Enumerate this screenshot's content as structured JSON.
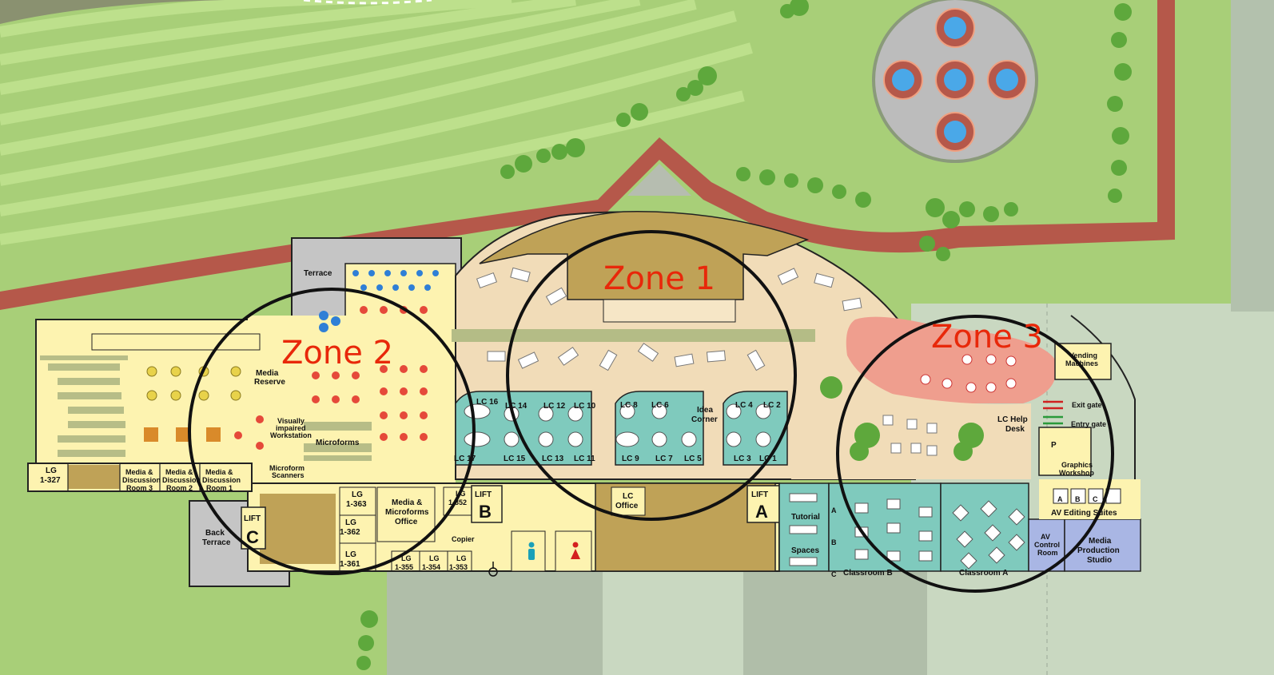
{
  "zones": [
    {
      "id": "zone-1",
      "label": "Zone 1"
    },
    {
      "id": "zone-2",
      "label": "Zone 2"
    },
    {
      "id": "zone-3",
      "label": "Zone 3"
    }
  ],
  "rooms": {
    "terrace": "Terrace",
    "back_terrace_1": "Back",
    "back_terrace_2": "Terrace",
    "media_reserve_1": "Media",
    "media_reserve_2": "Reserve",
    "visually_impaired_1": "Visually",
    "visually_impaired_2": "impaired",
    "visually_impaired_3": "Workstation",
    "microforms": "Microforms",
    "microform_scanners_1": "Microform",
    "microform_scanners_2": "Scanners",
    "lg_327_1": "LG",
    "lg_327_2": "1-327",
    "mdr3_1": "Media &",
    "mdr3_2": "Discussion",
    "mdr3_3": "Room 3",
    "mdr2_1": "Media &",
    "mdr2_2": "Discussion",
    "mdr2_3": "Room 2",
    "mdr1_1": "Media &",
    "mdr1_2": "Discussion",
    "mdr1_3": "Room 1",
    "lift_c": "LIFT",
    "lift_c_letter": "C",
    "lg_363_1": "LG",
    "lg_363_2": "1-363",
    "lg_362_1": "LG",
    "lg_362_2": "1-362",
    "lg_361_1": "LG",
    "lg_361_2": "1-361",
    "mmo_1": "Media &",
    "mmo_2": "Microforms",
    "mmo_3": "Office",
    "lg_352_1": "LG",
    "lg_352_2": "1-352",
    "lg_355_1": "LG",
    "lg_355_2": "1-355",
    "lg_354_1": "LG",
    "lg_354_2": "1-354",
    "lg_353_1": "LG",
    "lg_353_2": "1-353",
    "copier": "Copier",
    "lift_b": "LIFT",
    "lift_b_letter": "B",
    "lc_office_1": "LC",
    "lc_office_2": "Office",
    "lift_a": "LIFT",
    "lift_a_letter": "A",
    "idea_corner_1": "Idea",
    "idea_corner_2": "Corner",
    "lc_help_desk_1": "LC Help",
    "lc_help_desk_2": "Desk",
    "vending_1": "Vending",
    "vending_2": "Machines",
    "exit_gate": "Exit gate",
    "entry_gate": "Entry gate",
    "graphics_p": "P",
    "graphics_1": "Graphics",
    "graphics_2": "Workshop",
    "av_editing": "AV Editing Suites",
    "av_a": "A",
    "av_b": "B",
    "av_c": "C",
    "av_control_1": "AV",
    "av_control_2": "Control",
    "av_control_3": "Room",
    "mps_1": "Media",
    "mps_2": "Production",
    "mps_3": "Studio",
    "tutorial": "Tutorial",
    "spaces": "Spaces",
    "tut_a": "A",
    "tut_b": "B",
    "tut_c": "C",
    "classroom_b": "Classroom B",
    "classroom_a": "Classroom A"
  },
  "learning_commons": [
    "LC 16",
    "LC 14",
    "LC 12",
    "LC 10",
    "LC 8",
    "LC 6",
    "LC 4",
    "LC 2",
    "LC 17",
    "LC 15",
    "LC 13",
    "LC 11",
    "LC 9",
    "LC 7",
    "LC 5",
    "LC 3",
    "LC 1"
  ],
  "colors": {
    "grass": "#a8cf78",
    "lawn_stripe": "#b8dc88",
    "path": "#b5584a",
    "floor_yellow": "#fdf3b0",
    "floor_beige": "#f1dcb8",
    "floor_tan": "#bfa257",
    "teal": "#7fcabd",
    "pink": "#ef9e8e",
    "blue_room": "#a9b6e4",
    "zone_text": "#e8280a",
    "terrace_grey": "#c5c5c5"
  }
}
